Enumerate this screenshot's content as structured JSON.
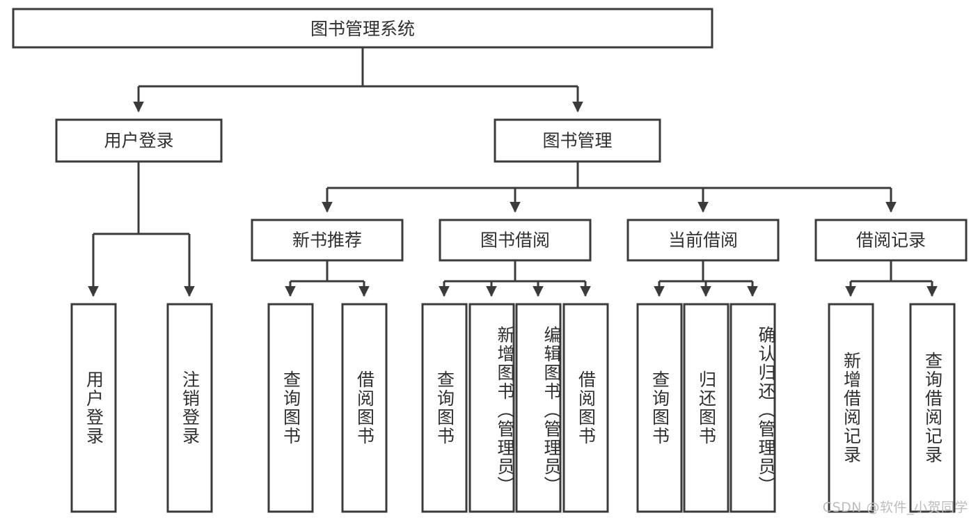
{
  "diagram": {
    "type": "tree-hierarchy",
    "title": "图书管理系统",
    "colors": {
      "stroke": "#3b3b3b",
      "fill": "#ffffff",
      "text": "#2f2f2f",
      "watermark": "#bdbdbd",
      "background": "#ffffff"
    },
    "root": {
      "label": "图书管理系统"
    },
    "level2": [
      {
        "label": "用户登录"
      },
      {
        "label": "图书管理"
      }
    ],
    "level3": [
      {
        "label": "新书推荐"
      },
      {
        "label": "图书借阅"
      },
      {
        "label": "当前借阅"
      },
      {
        "label": "借阅记录"
      }
    ],
    "leaves": {
      "user_login": [
        {
          "label": "用户登录"
        },
        {
          "label": "注销登录"
        }
      ],
      "new_book": [
        {
          "label": "查询图书"
        },
        {
          "label": "借阅图书"
        }
      ],
      "borrow_book": [
        {
          "label": "查询图书"
        },
        {
          "label": "新增图书（管理员）"
        },
        {
          "label": "编辑图书（管理员）"
        },
        {
          "label": "借阅图书"
        }
      ],
      "current_borrow": [
        {
          "label": "查询图书"
        },
        {
          "label": "归还图书"
        },
        {
          "label": "确认归还（管理员）"
        }
      ],
      "borrow_record": [
        {
          "label": "新增借阅记录"
        },
        {
          "label": "查询借阅记录"
        }
      ]
    },
    "watermark": "CSDN @软件_小贺同学"
  }
}
